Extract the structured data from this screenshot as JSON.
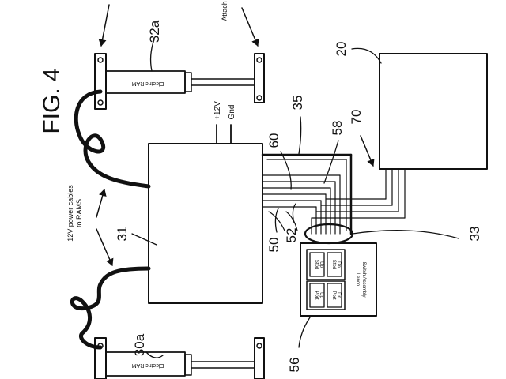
{
  "figure": {
    "title": "FIG. 4",
    "labels": {
      "n20": "20",
      "n31": "31",
      "n32a": "32a",
      "n30a": "30a",
      "n35": "35",
      "n60": "60",
      "n58": "58",
      "n70": "70",
      "n50": "50",
      "n52": "52",
      "n33": "33",
      "n56": "56"
    },
    "power": {
      "plus12v": "+12V",
      "gnd": "Gnd"
    },
    "cables_note": {
      "line1": "12V power cables",
      "line2": "to RAMS"
    },
    "attach_text": "Attach",
    "ram_text": "Electric RAM",
    "switch_assembly": {
      "title_line1": "Lenco",
      "title_line2": "Switch Assembly",
      "buttons": [
        {
          "line1": "Stbd",
          "line2": "Up"
        },
        {
          "line1": "Stbd",
          "line2": "Dn"
        },
        {
          "line1": "Port",
          "line2": "Up"
        },
        {
          "line1": "Port",
          "line2": "Dn"
        }
      ]
    }
  }
}
